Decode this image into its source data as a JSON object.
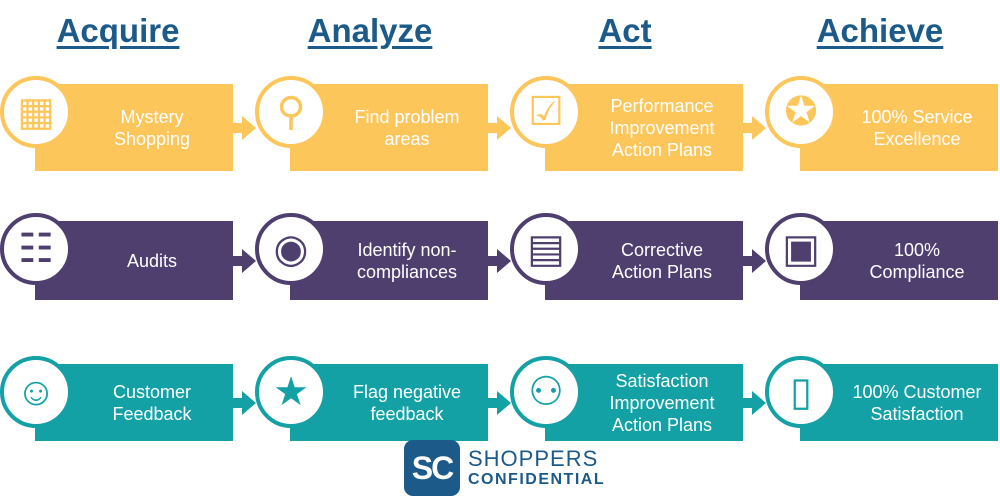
{
  "headers": [
    "Acquire",
    "Analyze",
    "Act",
    "Achieve"
  ],
  "colors": {
    "yellow": "#FDC65A",
    "purple": "#4F3F6F",
    "teal": "#13A1A6",
    "heading": "#1c5a8a"
  },
  "rows": [
    {
      "color": "#FDC65A",
      "items": [
        {
          "label": "Mystery Shopping",
          "icon": "storefront-icon"
        },
        {
          "label": "Find problem areas",
          "icon": "magnifier-icon"
        },
        {
          "label": "Performance Improvement Action Plans",
          "icon": "checklist-icon"
        },
        {
          "label": "100% Service Excellence",
          "icon": "medal-icon"
        }
      ]
    },
    {
      "color": "#4F3F6F",
      "items": [
        {
          "label": "Audits",
          "icon": "clipboard-icon"
        },
        {
          "label": "Identify non-compliances",
          "icon": "eye-icon"
        },
        {
          "label": "Corrective Action Plans",
          "icon": "blueprint-icon"
        },
        {
          "label": "100% Compliance",
          "icon": "certificate-icon"
        }
      ]
    },
    {
      "color": "#13A1A6",
      "items": [
        {
          "label": "Customer Feedback",
          "icon": "people-chat-icon"
        },
        {
          "label": "Flag negative feedback",
          "icon": "star-message-icon"
        },
        {
          "label": "Satisfaction Improvement Action Plans",
          "icon": "meeting-icon"
        },
        {
          "label": "100% Customer Satisfaction",
          "icon": "phone-user-icon"
        }
      ]
    }
  ],
  "logo": {
    "mark": "SC",
    "line1": "SHOPPERS",
    "line2": "CONFIDENTIAL"
  }
}
